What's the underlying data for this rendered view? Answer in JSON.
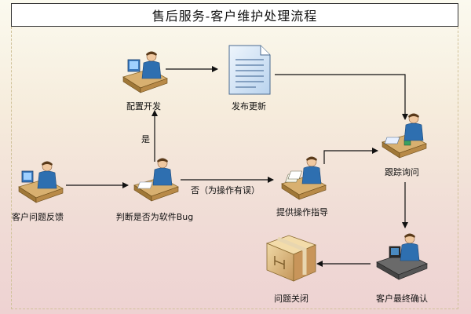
{
  "title": "售后服务-客户维护处理流程",
  "nodes": {
    "feedback": {
      "label": "客户问题反馈",
      "icon": "person-at-computer-icon"
    },
    "judge": {
      "label": "判断是否为软件Bug",
      "icon": "person-at-desk-icon"
    },
    "config": {
      "label": "配置开发",
      "icon": "person-at-computer-icon"
    },
    "release": {
      "label": "发布更新",
      "icon": "document-icon"
    },
    "guide": {
      "label": "提供操作指导",
      "icon": "person-with-papers-icon"
    },
    "track": {
      "label": "跟踪询问",
      "icon": "person-at-desk-icon"
    },
    "confirm": {
      "label": "客户最终确认",
      "icon": "person-at-workstation-icon"
    },
    "close": {
      "label": "问题关闭",
      "icon": "package-box-icon"
    }
  },
  "edges": {
    "yes": "是",
    "no": "否（为操作有误）"
  },
  "colors": {
    "person_body": "#2e6fb0",
    "person_skin": "#f0c8a0",
    "desk": "#c8a060",
    "arrow": "#111111",
    "document": "#d6e6f6",
    "box": "#d9b27a"
  }
}
